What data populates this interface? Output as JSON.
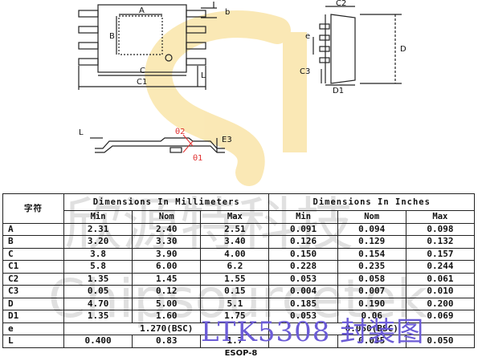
{
  "drawing_labels": {
    "A": "A",
    "B": "B",
    "C": "C",
    "C1": "C1",
    "b": "b",
    "L_top": "L",
    "C2": "C2",
    "D": "D",
    "e": "e",
    "C3": "C3",
    "D1": "D1",
    "L_side": "L",
    "E3": "E3",
    "theta2": "θ2",
    "theta1": "θ1"
  },
  "watermark": {
    "cn": "欣源特科技",
    "en": "Chipsourcetek",
    "title": "LTK5308 封装图"
  },
  "table": {
    "corner": "字符",
    "group_mm": "Dimensions In Millimeters",
    "group_in": "Dimensions In Inches",
    "cols": [
      "Min",
      "Nom",
      "Max",
      "Min",
      "Nom",
      "Max"
    ],
    "rows": [
      {
        "sym": "A",
        "mm": [
          "2.31",
          "2.40",
          "2.51"
        ],
        "in": [
          "0.091",
          "0.094",
          "0.098"
        ]
      },
      {
        "sym": "B",
        "mm": [
          "3.20",
          "3.30",
          "3.40"
        ],
        "in": [
          "0.126",
          "0.129",
          "0.132"
        ]
      },
      {
        "sym": "C",
        "mm": [
          "3.8",
          "3.90",
          "4.00"
        ],
        "in": [
          "0.150",
          "0.154",
          "0.157"
        ]
      },
      {
        "sym": "C1",
        "mm": [
          "5.8",
          "6.00",
          "6.2"
        ],
        "in": [
          "0.228",
          "0.235",
          "0.244"
        ]
      },
      {
        "sym": "C2",
        "mm": [
          "1.35",
          "1.45",
          "1.55"
        ],
        "in": [
          "0.053",
          "0.058",
          "0.061"
        ]
      },
      {
        "sym": "C3",
        "mm": [
          "0.05",
          "0.12",
          "0.15"
        ],
        "in": [
          "0.004",
          "0.007",
          "0.010"
        ]
      },
      {
        "sym": "D",
        "mm": [
          "4.70",
          "5.00",
          "5.1"
        ],
        "in": [
          "0.185",
          "0.190",
          "0.200"
        ]
      },
      {
        "sym": "D1",
        "mm": [
          "1.35",
          "1.60",
          "1.75"
        ],
        "in": [
          "0.053",
          "0.06",
          "0.069"
        ]
      },
      {
        "sym": "e",
        "mm_bsc": "1.270(BSC)",
        "in_bsc": "0.050(BSC)"
      },
      {
        "sym": "L",
        "mm": [
          "0.400",
          "0.83",
          "1.7"
        ],
        "in": [
          "",
          "0.035",
          "0.050"
        ]
      }
    ]
  },
  "package": "ESOP-8"
}
